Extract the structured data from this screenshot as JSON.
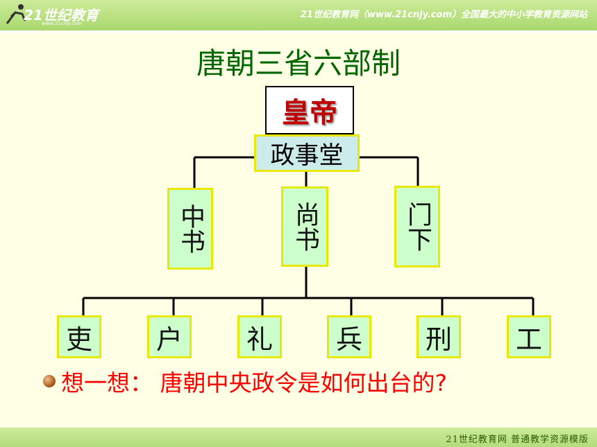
{
  "header": {
    "logo_text": "21世纪教育",
    "logo_sub": "www.21cnjy.com",
    "site_text": "21世纪教育网（www.21cnjy.com）全国最大的中小学教育资源网站"
  },
  "footer": {
    "text": "21世纪教育网   普通教学资源模版"
  },
  "title": "唐朝三省六部制",
  "emperor": "皇帝",
  "council": "政事堂",
  "departments": [
    "中书",
    "尚书",
    "门下"
  ],
  "ministries": [
    "吏",
    "户",
    "礼",
    "兵",
    "刑",
    "工"
  ],
  "question": "想一想：  唐朝中央政令是如何出台的?",
  "colors": {
    "title": "#006600",
    "emperor_text": "#C00000",
    "council_fill": "#CCECEC",
    "box_fill": "#CCFFCC",
    "box_border": "#E8E800",
    "question": "#FF0000",
    "background": "#FFFFE6",
    "banner": "#A9D86E"
  }
}
